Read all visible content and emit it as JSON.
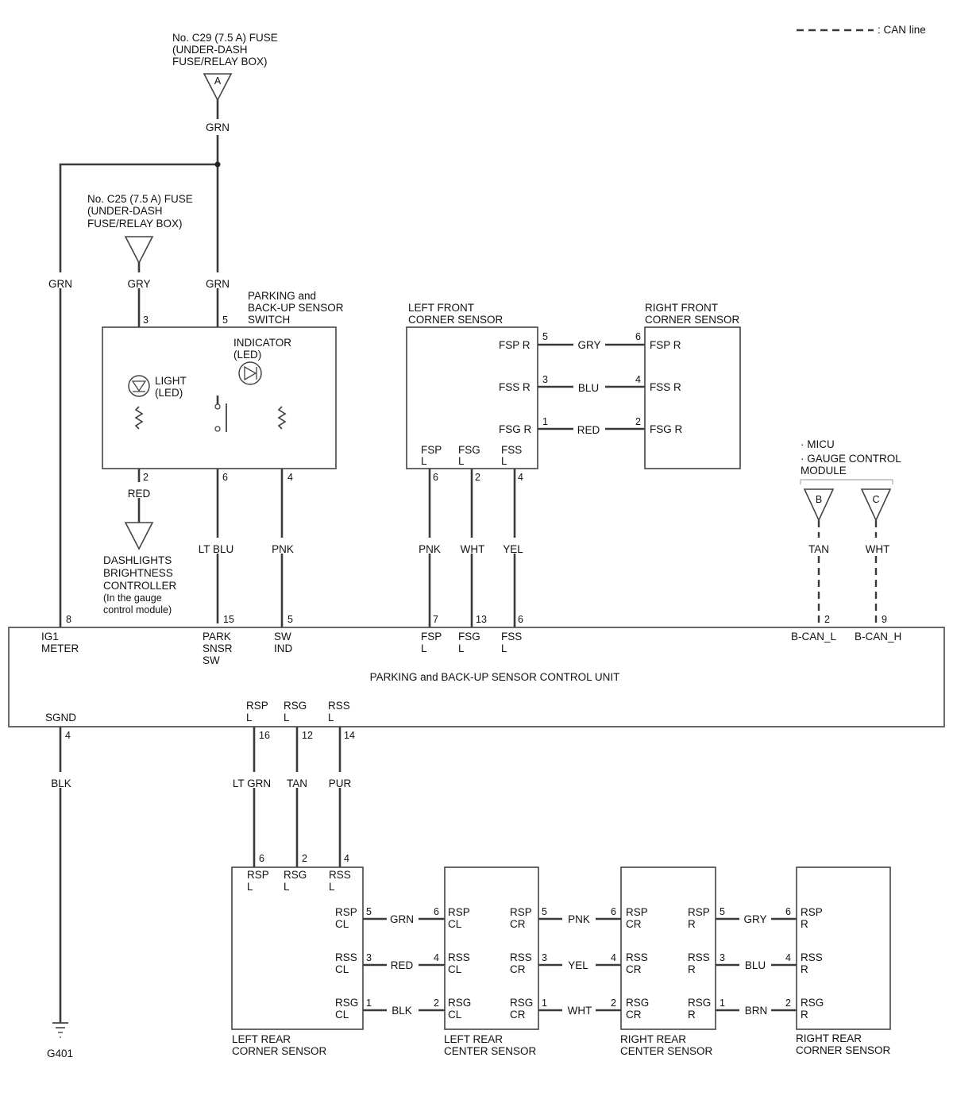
{
  "legend": {
    "can_line": ": CAN line"
  },
  "fuses": {
    "c29": {
      "line1": "No. C29 (7.5 A) FUSE",
      "line2": "(UNDER-DASH",
      "line3": "FUSE/RELAY BOX)",
      "connector": "A"
    },
    "c25": {
      "line1": "No. C25 (7.5 A) FUSE",
      "line2": "(UNDER-DASH",
      "line3": "FUSE/RELAY BOX)"
    }
  },
  "switch": {
    "line1": "PARKING and",
    "line2": "BACK-UP SENSOR",
    "line3": "SWITCH",
    "indicator_1": "INDICATOR",
    "indicator_2": "(LED)",
    "light_1": "LIGHT",
    "light_2": "(LED)",
    "pins": {
      "p3": "3",
      "p5": "5",
      "p2": "2",
      "p6": "6",
      "p4": "4"
    }
  },
  "dashlights": {
    "line1": "DASHLIGHTS",
    "line2": "BRIGHTNESS",
    "line3": "CONTROLLER",
    "line4": "(In the gauge",
    "line5": "control module)"
  },
  "micu": {
    "line1": "· MICU",
    "line2": "· GAUGE CONTROL",
    "line3": "MODULE",
    "conn_b": "B",
    "conn_c": "C"
  },
  "wires": {
    "grn_fuse": "GRN",
    "grn_left": "GRN",
    "gry_switch": "GRY",
    "grn_switch": "GRN",
    "red_dash": "RED",
    "ltblu": "LT BLU",
    "pnk_sw": "PNK",
    "pnk_fsp": "PNK",
    "wht_fsg": "WHT",
    "yel_fss": "YEL",
    "tan_can": "TAN",
    "wht_can": "WHT",
    "blk_gnd": "BLK",
    "ltgrn_rsp": "LT GRN",
    "tan_rsg": "TAN",
    "pur_rss": "PUR",
    "front_gry": "GRY",
    "front_blu": "BLU",
    "front_red": "RED",
    "rear_grn": "GRN",
    "rear_red": "RED",
    "rear_blk": "BLK",
    "rear_pnk": "PNK",
    "rear_yel": "YEL",
    "rear_wht": "WHT",
    "rear_gry": "GRY",
    "rear_blu": "BLU",
    "rear_brn": "BRN"
  },
  "front_sensors": {
    "left": {
      "name1": "LEFT FRONT",
      "name2": "CORNER SENSOR",
      "fspr": "FSP R",
      "fssr": "FSS R",
      "fsgr": "FSG R",
      "p5": "5",
      "p3": "3",
      "p1": "1",
      "b_fsp": "FSP",
      "b_fsg": "FSG",
      "b_fss": "FSS",
      "b_l1": "L",
      "b_l2": "L",
      "b_l3": "L",
      "p6": "6",
      "p2": "2",
      "p4": "4"
    },
    "right": {
      "name1": "RIGHT FRONT",
      "name2": "CORNER SENSOR",
      "fspr": "FSP R",
      "fssr": "FSS R",
      "fsgr": "FSG R",
      "p6": "6",
      "p4": "4",
      "p2": "2"
    }
  },
  "control_unit": {
    "title": "PARKING and BACK-UP SENSOR CONTROL UNIT",
    "top_pins": {
      "p8": "8",
      "p15": "15",
      "p5": "5",
      "p7": "7",
      "p13": "13",
      "p6": "6",
      "p2": "2",
      "p9": "9"
    },
    "ig1": "IG1",
    "meter": "METER",
    "park": "PARK",
    "snsr": "SNSR",
    "sw": "SW",
    "swi": "SW",
    "ind": "IND",
    "fsp": "FSP",
    "fsp_l": "L",
    "fsg": "FSG",
    "fsg_l": "L",
    "fss": "FSS",
    "fss_l": "L",
    "bcanl": "B-CAN_L",
    "bcanh": "B-CAN_H",
    "sgnd": "SGND",
    "rsp": "RSP",
    "rsp_l": "L",
    "rsg": "RSG",
    "rsg_l": "L",
    "rss": "RSS",
    "rss_l": "L",
    "bottom_pins": {
      "p4": "4",
      "p16": "16",
      "p12": "12",
      "p14": "14"
    }
  },
  "ground": {
    "name": "G401"
  },
  "rear_harness_pins": {
    "p6": "6",
    "p2": "2",
    "p4": "4"
  },
  "rear_sensors": {
    "lrc": {
      "name1": "LEFT REAR",
      "name2": "CORNER SENSOR",
      "rsp": "RSP",
      "rsg": "RSG",
      "rss": "RSS",
      "l1": "L",
      "l2": "L",
      "l3": "L",
      "rspcl": "RSP",
      "rsscl": "RSS",
      "rsgcl": "RSG",
      "cl1": "CL",
      "cl2": "CL",
      "cl3": "CL",
      "o5": "5",
      "o3": "3",
      "o1": "1"
    },
    "lrce": {
      "name1": "LEFT REAR",
      "name2": "CENTER SENSOR",
      "i6": "6",
      "i4": "4",
      "i2": "2",
      "rsp_in": "RSP",
      "rss_in": "RSS",
      "rsg_in": "RSG",
      "cl1": "CL",
      "cl2": "CL",
      "cl3": "CL",
      "rsp_out": "RSP",
      "rss_out": "RSS",
      "rsg_out": "RSG",
      "cr1": "CR",
      "cr2": "CR",
      "cr3": "CR",
      "o5": "5",
      "o3": "3",
      "o1": "1"
    },
    "rrce": {
      "name1": "RIGHT REAR",
      "name2": "CENTER SENSOR",
      "i6": "6",
      "i4": "4",
      "i2": "2",
      "rsp_in": "RSP",
      "rss_in": "RSS",
      "rsg_in": "RSG",
      "cr1": "CR",
      "cr2": "CR",
      "cr3": "CR",
      "rsp_out": "RSP",
      "rss_out": "RSS",
      "rsg_out": "RSG",
      "r1": "R",
      "r2": "R",
      "r3": "R",
      "o5": "5",
      "o3": "3",
      "o1": "1"
    },
    "rrc": {
      "name1": "RIGHT REAR",
      "name2": "CORNER SENSOR",
      "i6": "6",
      "i4": "4",
      "i2": "2",
      "rsp": "RSP",
      "rss": "RSS",
      "rsg": "RSG",
      "r1": "R",
      "r2": "R",
      "r3": "R"
    }
  }
}
